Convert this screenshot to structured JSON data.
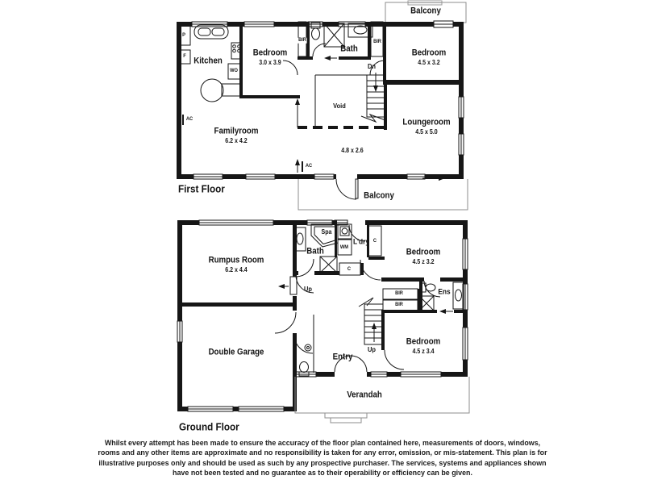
{
  "first_floor": {
    "title": "First Floor",
    "balcony_top": "Balcony",
    "balcony_bottom": "Balcony",
    "kitchen": {
      "label": "Kitchen",
      "pantry": "P",
      "fridge": "F",
      "wall_oven": "WO"
    },
    "bedroom_left": {
      "label": "Bedroom",
      "dims": "3.0 x 3.9"
    },
    "bedroom_right": {
      "label": "Bedroom",
      "dims": "4.5 x 3.2"
    },
    "bath": {
      "label": "Bath"
    },
    "bir_left": "BIR",
    "bir_right": "BIR",
    "familyroom": {
      "label": "Familyroom",
      "dims": "6.2 x 4.2"
    },
    "loungeroom": {
      "label": "Loungeroom",
      "dims": "4.5 x 5.0"
    },
    "void_label": "Void",
    "hall_dims": "4.8 x 2.6",
    "down_label": "Dn",
    "ac_left": "AC",
    "ac_mid": "AC"
  },
  "ground_floor": {
    "title": "Ground Floor",
    "rumpus": {
      "label": "Rumpus Room",
      "dims": "6.2 x 4.4"
    },
    "bath": {
      "label": "Bath",
      "spa": "Spa",
      "washing_machine": "WM"
    },
    "laundry": {
      "label": "L'dry",
      "cupboard": "C"
    },
    "hall_cupboard": "C",
    "bedroom_top": {
      "label": "Bedroom",
      "dims": "4.5 z 3.2"
    },
    "ensuite": {
      "label": "Ens"
    },
    "bir_top": "BIR",
    "bir_bottom": "BIR",
    "bedroom_bottom": {
      "label": "Bedroom",
      "dims": "4.5 z 3.4"
    },
    "garage": {
      "label": "Double Garage"
    },
    "entry": {
      "label": "Entry"
    },
    "up_hall": "Up",
    "up_stairs": "Up",
    "verandah": {
      "label": "Verandah"
    }
  },
  "disclaimer": "Whilst every attempt has been made to ensure the accuracy of the floor plan contained here, measurements of doors, windows, rooms and any other items are approximate and no responsibility is taken for any error, omission, or mis-statement. This plan is for illustrative purposes only and should be used as such by any prospective purchaser. The services, systems and appliances shown have not been tested and no guarantee as to their operability or efficiency can be given."
}
